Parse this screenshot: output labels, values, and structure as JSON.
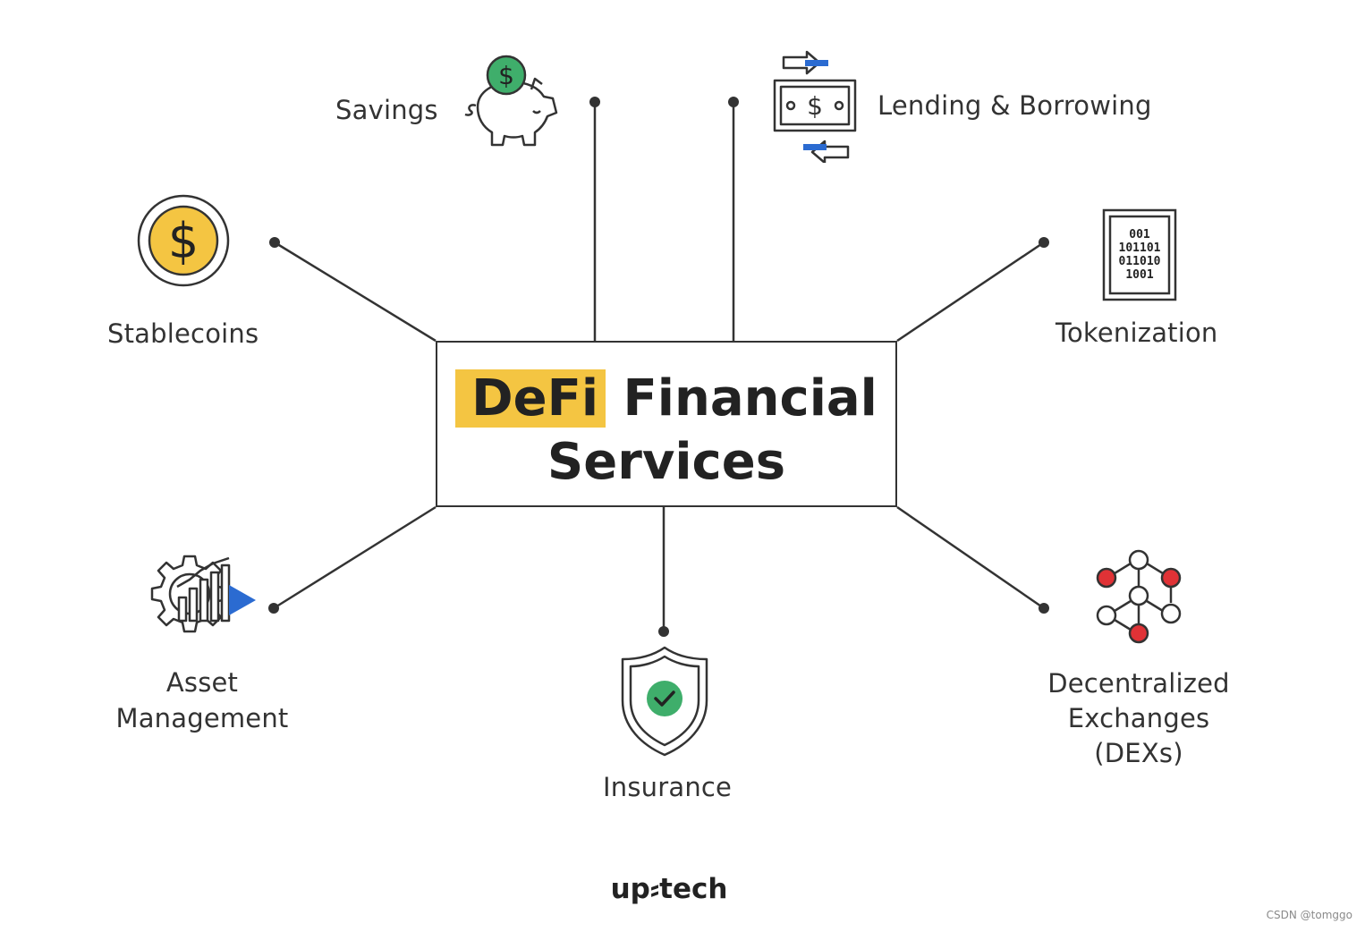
{
  "center": {
    "highlight": "DeFi",
    "line1_rest": "Financial",
    "line2": "Services"
  },
  "services": {
    "savings": "Savings",
    "lending": "Lending & Borrowing",
    "stablecoins": "Stablecoins",
    "tokenization": "Tokenization",
    "asset_line1": "Asset",
    "asset_line2": "Management",
    "insurance": "Insurance",
    "dex_line1": "Decentralized",
    "dex_line2": "Exchanges",
    "dex_line3": "(DEXs)"
  },
  "tokenization_bits": [
    "001",
    "101101",
    "011010",
    "1001"
  ],
  "brand": "up⸗tech",
  "watermark": "CSDN @tomggo",
  "colors": {
    "highlight": "#f4c542",
    "green": "#3fae6b",
    "blue": "#2b6bd1",
    "red": "#e03236",
    "ink": "#333333"
  }
}
